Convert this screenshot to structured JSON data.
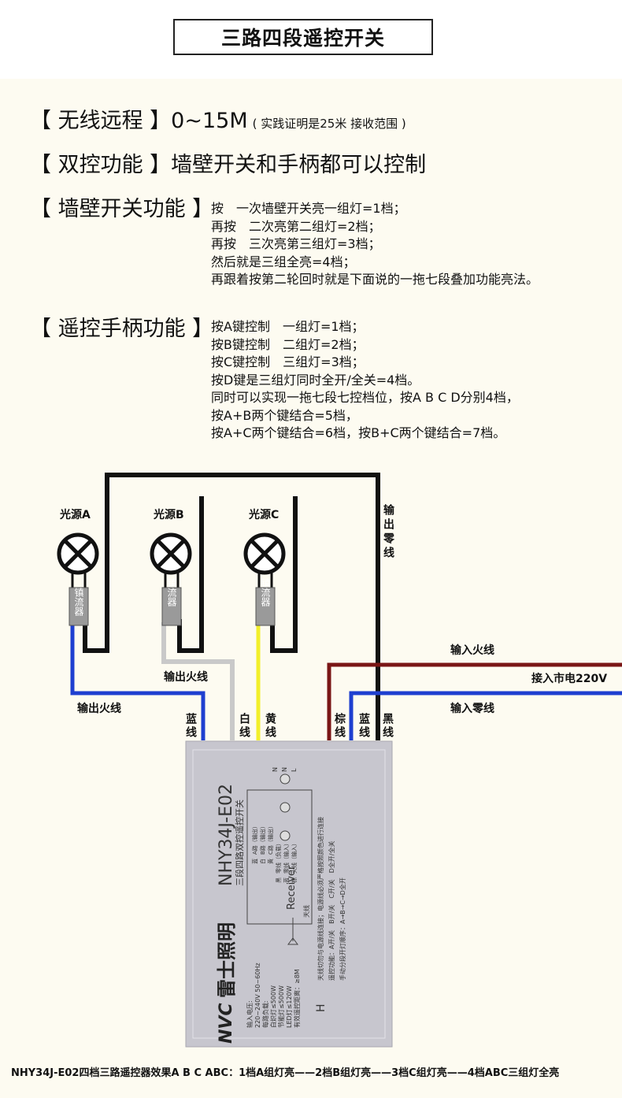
{
  "title": "三路四段遥控开关",
  "wireless": {
    "label": "【 无线远程 】",
    "value": "0~15M",
    "note": "( 实践证明是25米 接收范围 )"
  },
  "dual": {
    "label": "【 双控功能 】",
    "value": "墙壁开关和手柄都可以控制"
  },
  "wall": {
    "label": "【 墙壁开关功能 】",
    "lines": [
      "按　一次墙壁开关亮一组灯=1档；",
      "再按　二次亮第二组灯=2档；",
      "再按　三次亮第三组灯=3档；",
      "然后就是三组全亮=4档；",
      "再跟着按第二轮回时就是下面说的一拖七段叠加功能亮法。"
    ]
  },
  "remote": {
    "label": "【 遥控手柄功能 】",
    "lines": [
      "按A键控制　一组灯=1档；",
      "按B键控制　二组灯=2档；",
      "按C键控制　三组灯=3档；",
      "按D键是三组灯同时全开/全关=4档。",
      "同时可以实现一拖七段七控档位，按A B C D分别4档，",
      "按A+B两个键结合=5档，",
      "按A+C两个键结合=6档，按B+C两个键结合=7档。"
    ]
  },
  "diagram": {
    "lamp_a": "光源A",
    "lamp_b": "光源B",
    "lamp_c": "光源C",
    "ballast": "镇流器",
    "output_neutral": "输出零线",
    "input_live": "输入火线",
    "mains": "接入市电220V",
    "input_neutral": "输入零线",
    "output_live_b": "输出火线",
    "output_live_a": "输出火线",
    "wire_blue_a": "蓝线",
    "wire_white": "白线",
    "wire_yellow": "黄线",
    "wire_brown": "棕线",
    "wire_blue_n": "蓝线",
    "wire_black": "黑线"
  },
  "device": {
    "model": "NHY34J-E02",
    "subtitle": "三段四路双控遥控开关",
    "brand": "雷士照明",
    "logo": "NVC",
    "receiver": "Receiver",
    "antenna": "天线",
    "ratings": [
      "输入电压:",
      "220~240V 50~60Hz",
      "每路负载:",
      "白炽灯≤500W",
      "节能灯≤500W",
      "LED灯≤120W",
      "有效遥控距离：≥8M"
    ],
    "wire_rows": [
      "A路（输出）",
      "B路（输出）",
      "C路（输出）",
      "零线（负载）",
      "零线（输入）",
      "火线（输入）"
    ],
    "color_codes": [
      "蓝",
      "白",
      "黄",
      "黑",
      "蓝",
      "棕"
    ],
    "terminals": [
      "N",
      "N",
      "L"
    ],
    "notes": [
      "天线切勿与电源线连接；电源线必须严格按照颜色进行连接",
      "遥控功能：A开/关　B开/关　C开/关　D全开/全关",
      "手动分段开灯顺序：A→B→C→D全开"
    ],
    "h_mark": "H"
  },
  "footer": "NHY34J-E02四档三路遥控器效果A B C ABC：1档A组灯亮——2档B组灯亮——3档C组灯亮——4档ABC三组灯全亮",
  "colors": {
    "black_wire": "#111111",
    "blue_wire": "#1e3fd0",
    "white_wire": "#c9c9c9",
    "yellow_wire": "#f2ef2a",
    "brown_wire": "#7a1616",
    "device_bg": "#c7c6ce"
  }
}
